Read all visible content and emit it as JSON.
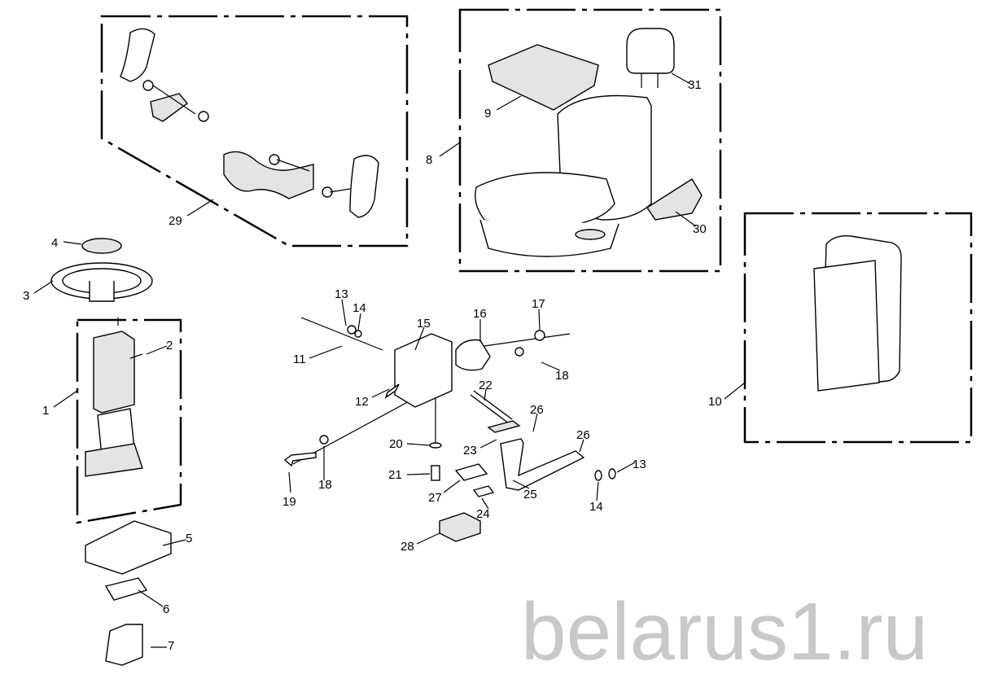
{
  "watermark": "belarus1.ru",
  "callouts": [
    "29",
    "4",
    "3",
    "2",
    "1",
    "5",
    "6",
    "7",
    "8",
    "9",
    "31",
    "30",
    "10",
    "13",
    "14",
    "15",
    "16",
    "17",
    "18",
    "11",
    "12",
    "22",
    "26",
    "26",
    "20",
    "23",
    "21",
    "27",
    "25",
    "24",
    "13",
    "14",
    "19",
    "18",
    "28"
  ]
}
